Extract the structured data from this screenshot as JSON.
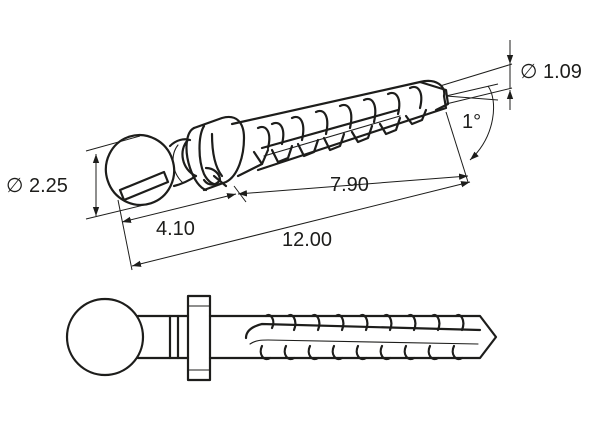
{
  "dimensions": {
    "ball_diameter": "∅ 2.25",
    "tip_diameter": "∅ 1.09",
    "taper_angle": "1°",
    "collar_length": "4.10",
    "thread_length": "7.90",
    "total_length": "12.00"
  },
  "colors": {
    "line": "#1d1d1b",
    "background": "#ffffff"
  }
}
